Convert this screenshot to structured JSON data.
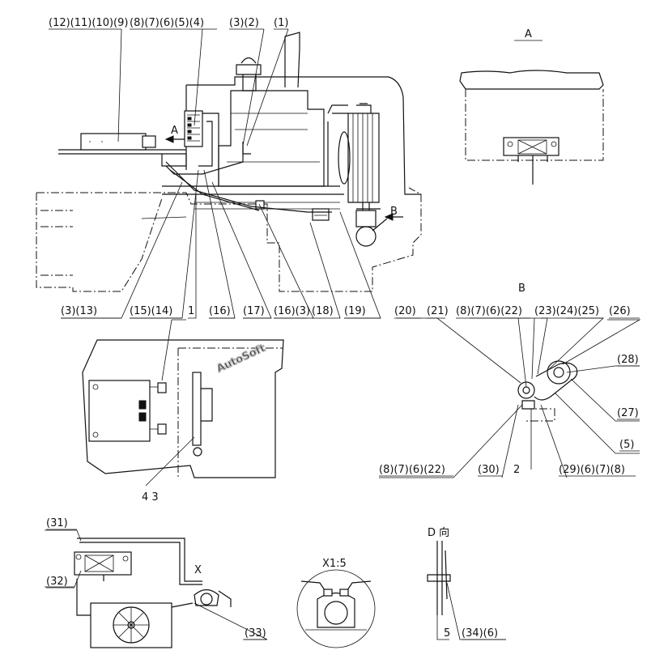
{
  "callouts": {
    "c12_9": "(12)(11)(10)(9)",
    "c8_4": "(8)(7)(6)(5)(4)",
    "c3_2": "(3)(2)",
    "c1": "(1)",
    "c3_13": "(3)(13)",
    "c15_14": "(15)(14)",
    "n1_top": "1",
    "c16a": "(16)",
    "c17": "(17)",
    "c16_3": "(16)(3)",
    "c18": "(18)",
    "c19": "(19)",
    "c20": "(20)",
    "c21": "(21)",
    "c8_22a": "(8)(7)(6)(22)",
    "c23_25": "(23)(24)(25)",
    "c26": "(26)",
    "c28": "(28)",
    "c27": "(27)",
    "c5a": "(5)",
    "c8_22b": "(8)(7)(6)(22)",
    "c30": "(30)",
    "n2": "2",
    "c29_8": "(29)(6)(7)(8)",
    "n43": "4 3",
    "c31": "(31)",
    "c32": "(32)",
    "c33": "(33)",
    "n5": "5",
    "c34_6": "(34)(6)"
  },
  "views": {
    "view_a": "A",
    "view_b": "B",
    "arrow_a": "A",
    "arrow_b": "B",
    "detail_x": "X",
    "detail_x_scale": "X1:5",
    "view_d": "D 向"
  },
  "watermark": "AutoSoft"
}
